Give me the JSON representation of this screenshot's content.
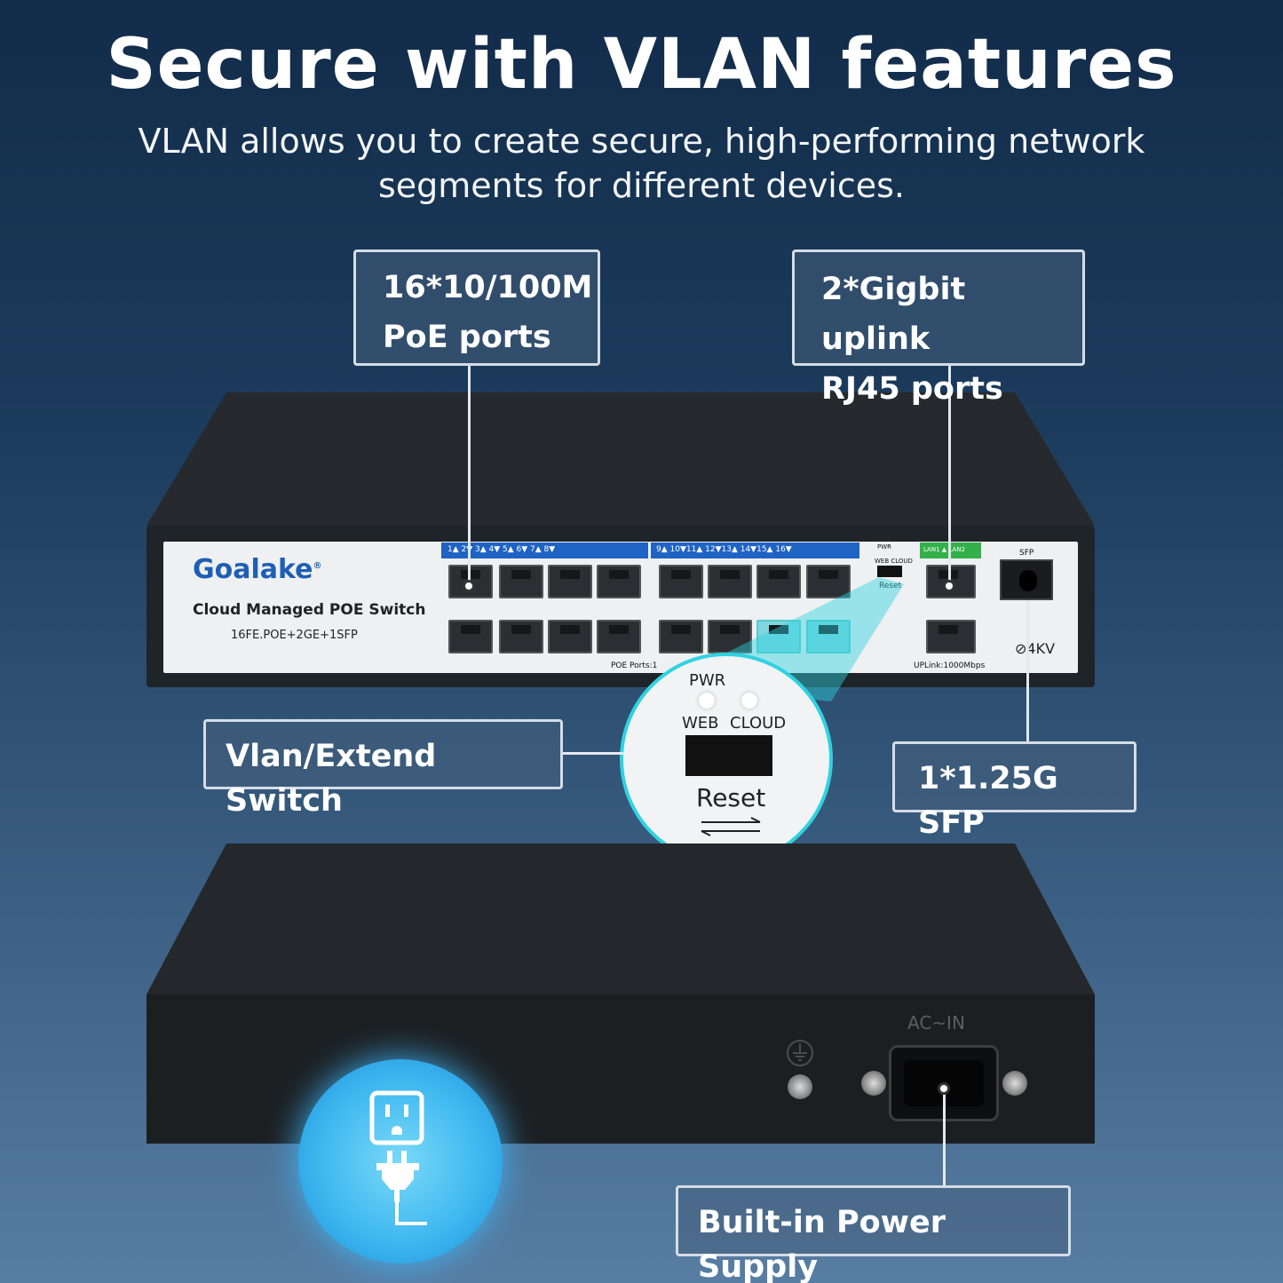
{
  "headline": "Secure with VLAN features",
  "subheadline": "VLAN allows you to create secure, high-performing network segments for different devices.",
  "callouts": {
    "poe_ports": [
      "16*10/100M",
      "PoE ports"
    ],
    "uplink_ports": [
      "2*Gigbit uplink",
      "RJ45 ports"
    ],
    "vlan_switch": "Vlan/Extend Switch",
    "sfp": "1*1.25G SFP",
    "power_supply": "Built-in Power Supply"
  },
  "device": {
    "brand": "Goalake",
    "brand_mark": "®",
    "model_title": "Cloud Managed POE Switch",
    "model_spec": "16FE.POE+2GE+1SFP",
    "port_labels_group1": "1▲  2▼ 3▲   4▼ 5▲   6▼ 7▲   8▼",
    "port_labels_group2": "9▲  10▼11▲  12▼13▲  14▼15▲  16▼",
    "poe_ports_text": "POE Ports:1",
    "uplink_text": "UPLink:1000Mbps",
    "lan_label": "LAN1 ▲ LAN2",
    "sfp_label": "SFP",
    "pwr_label_small": "PWR",
    "web_cloud_small": "WEB  CLOUD",
    "reset_small": "Reset",
    "surge_rating": "4KV",
    "zoom": {
      "pwr": "PWR",
      "web": "WEB",
      "cloud": "CLOUD",
      "reset": "Reset"
    },
    "rear": {
      "ac_in": "AC~IN"
    }
  },
  "colors": {
    "accent_cyan": "#2fd2e0",
    "brand_blue": "#1e5fb3",
    "port_label_blue": "#1f63c4",
    "uplink_green": "#33b04a"
  },
  "icons": [
    "outlet-icon",
    "plug-icon",
    "ground-icon"
  ]
}
